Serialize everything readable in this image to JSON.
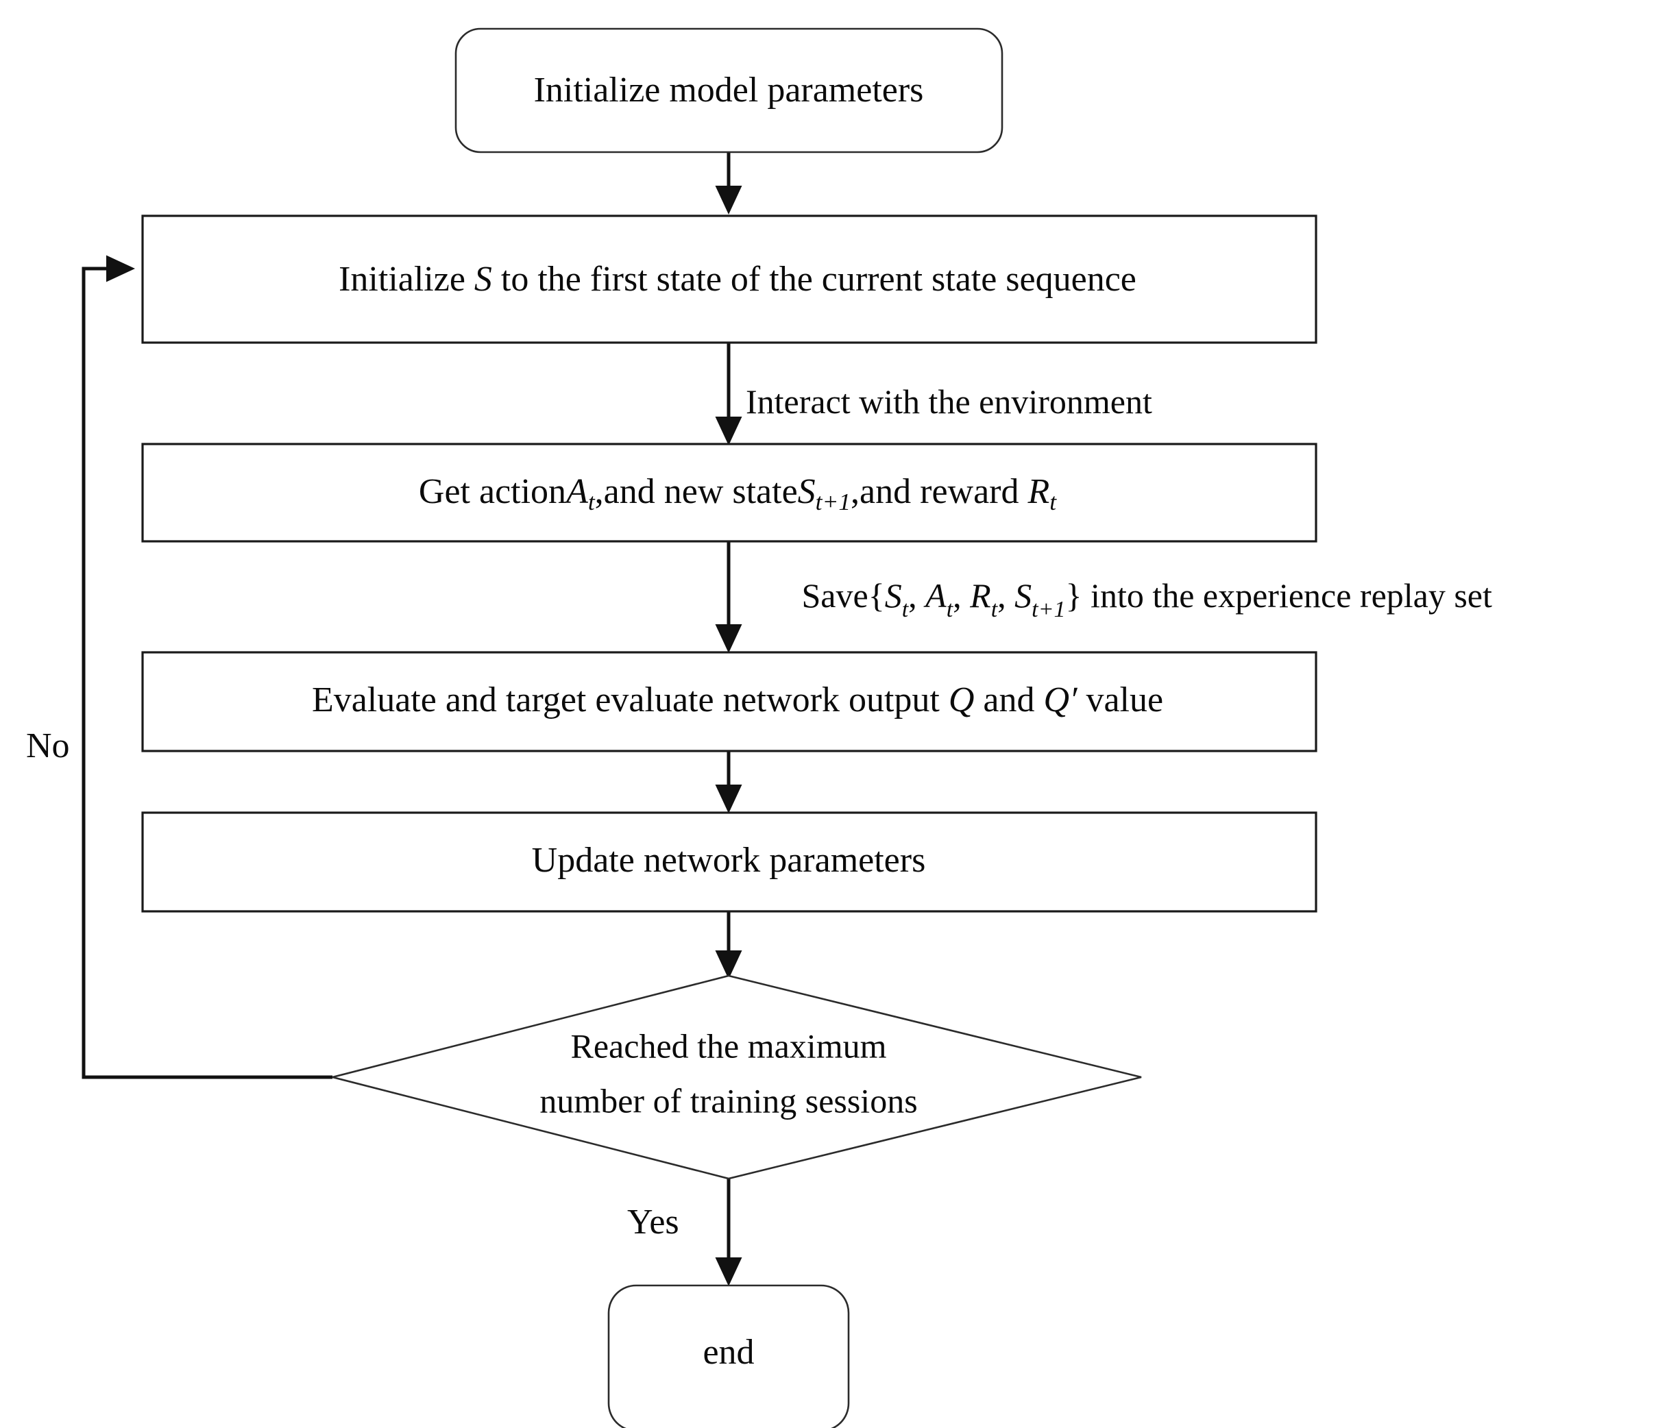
{
  "diagram": {
    "title": "DQN training flowchart",
    "background_color": "#ffffff",
    "stroke_color": "#111111",
    "text_color": "#0b0b0b",
    "nodes": [
      {
        "id": "start",
        "shape": "rounded-rectangle",
        "label": "Initialize model parameters"
      },
      {
        "id": "init-state",
        "shape": "rectangle",
        "label_prefix": "Initialize ",
        "label_symbol": "S",
        "label_suffix": " to the first state of the current state sequence"
      },
      {
        "id": "get-action",
        "shape": "rectangle",
        "label_parts": [
          {
            "text": "Get action",
            "style": "normal"
          },
          {
            "text": "A",
            "style": "italic"
          },
          {
            "text": "t",
            "style": "sub"
          },
          {
            "text": ",and new state",
            "style": "normal"
          },
          {
            "text": "S",
            "style": "italic"
          },
          {
            "text": "t+1",
            "style": "sub"
          },
          {
            "text": ",and reward ",
            "style": "normal"
          },
          {
            "text": "R",
            "style": "italic"
          },
          {
            "text": "t",
            "style": "sub"
          }
        ]
      },
      {
        "id": "evaluate",
        "shape": "rectangle",
        "label_parts": [
          {
            "text": "Evaluate and target evaluate network output ",
            "style": "normal"
          },
          {
            "text": "Q",
            "style": "italic"
          },
          {
            "text": " and ",
            "style": "normal"
          },
          {
            "text": "Q′",
            "style": "italic"
          },
          {
            "text": " value",
            "style": "normal"
          }
        ]
      },
      {
        "id": "update",
        "shape": "rectangle",
        "label": "Update network parameters"
      },
      {
        "id": "decision",
        "shape": "diamond",
        "label_line1": "Reached the maximum",
        "label_line2": "number of training sessions"
      },
      {
        "id": "end",
        "shape": "rounded-rectangle",
        "label": "end"
      }
    ],
    "edges": [
      {
        "id": "start-to-init",
        "from": "start",
        "to": "init-state",
        "label": ""
      },
      {
        "id": "init-to-action",
        "from": "init-state",
        "to": "get-action",
        "label": "Interact with the environment"
      },
      {
        "id": "action-to-evaluate",
        "from": "get-action",
        "to": "evaluate",
        "label_parts": [
          {
            "text": "Save{",
            "style": "normal"
          },
          {
            "text": "S",
            "style": "italic"
          },
          {
            "text": "t",
            "style": "sub"
          },
          {
            "text": ", ",
            "style": "normal"
          },
          {
            "text": "A",
            "style": "italic"
          },
          {
            "text": "t",
            "style": "sub"
          },
          {
            "text": ", ",
            "style": "normal"
          },
          {
            "text": "R",
            "style": "italic"
          },
          {
            "text": "t",
            "style": "sub"
          },
          {
            "text": ", ",
            "style": "normal"
          },
          {
            "text": "S",
            "style": "italic"
          },
          {
            "text": "t+1",
            "style": "sub"
          },
          {
            "text": "} into the experience replay set",
            "style": "normal"
          }
        ]
      },
      {
        "id": "evaluate-to-update",
        "from": "evaluate",
        "to": "update",
        "label": ""
      },
      {
        "id": "update-to-decision",
        "from": "update",
        "to": "decision",
        "label": ""
      },
      {
        "id": "decision-no-loop",
        "from": "decision",
        "to": "init-state",
        "label": "No"
      },
      {
        "id": "decision-yes",
        "from": "decision",
        "to": "end",
        "label": "Yes"
      }
    ]
  }
}
